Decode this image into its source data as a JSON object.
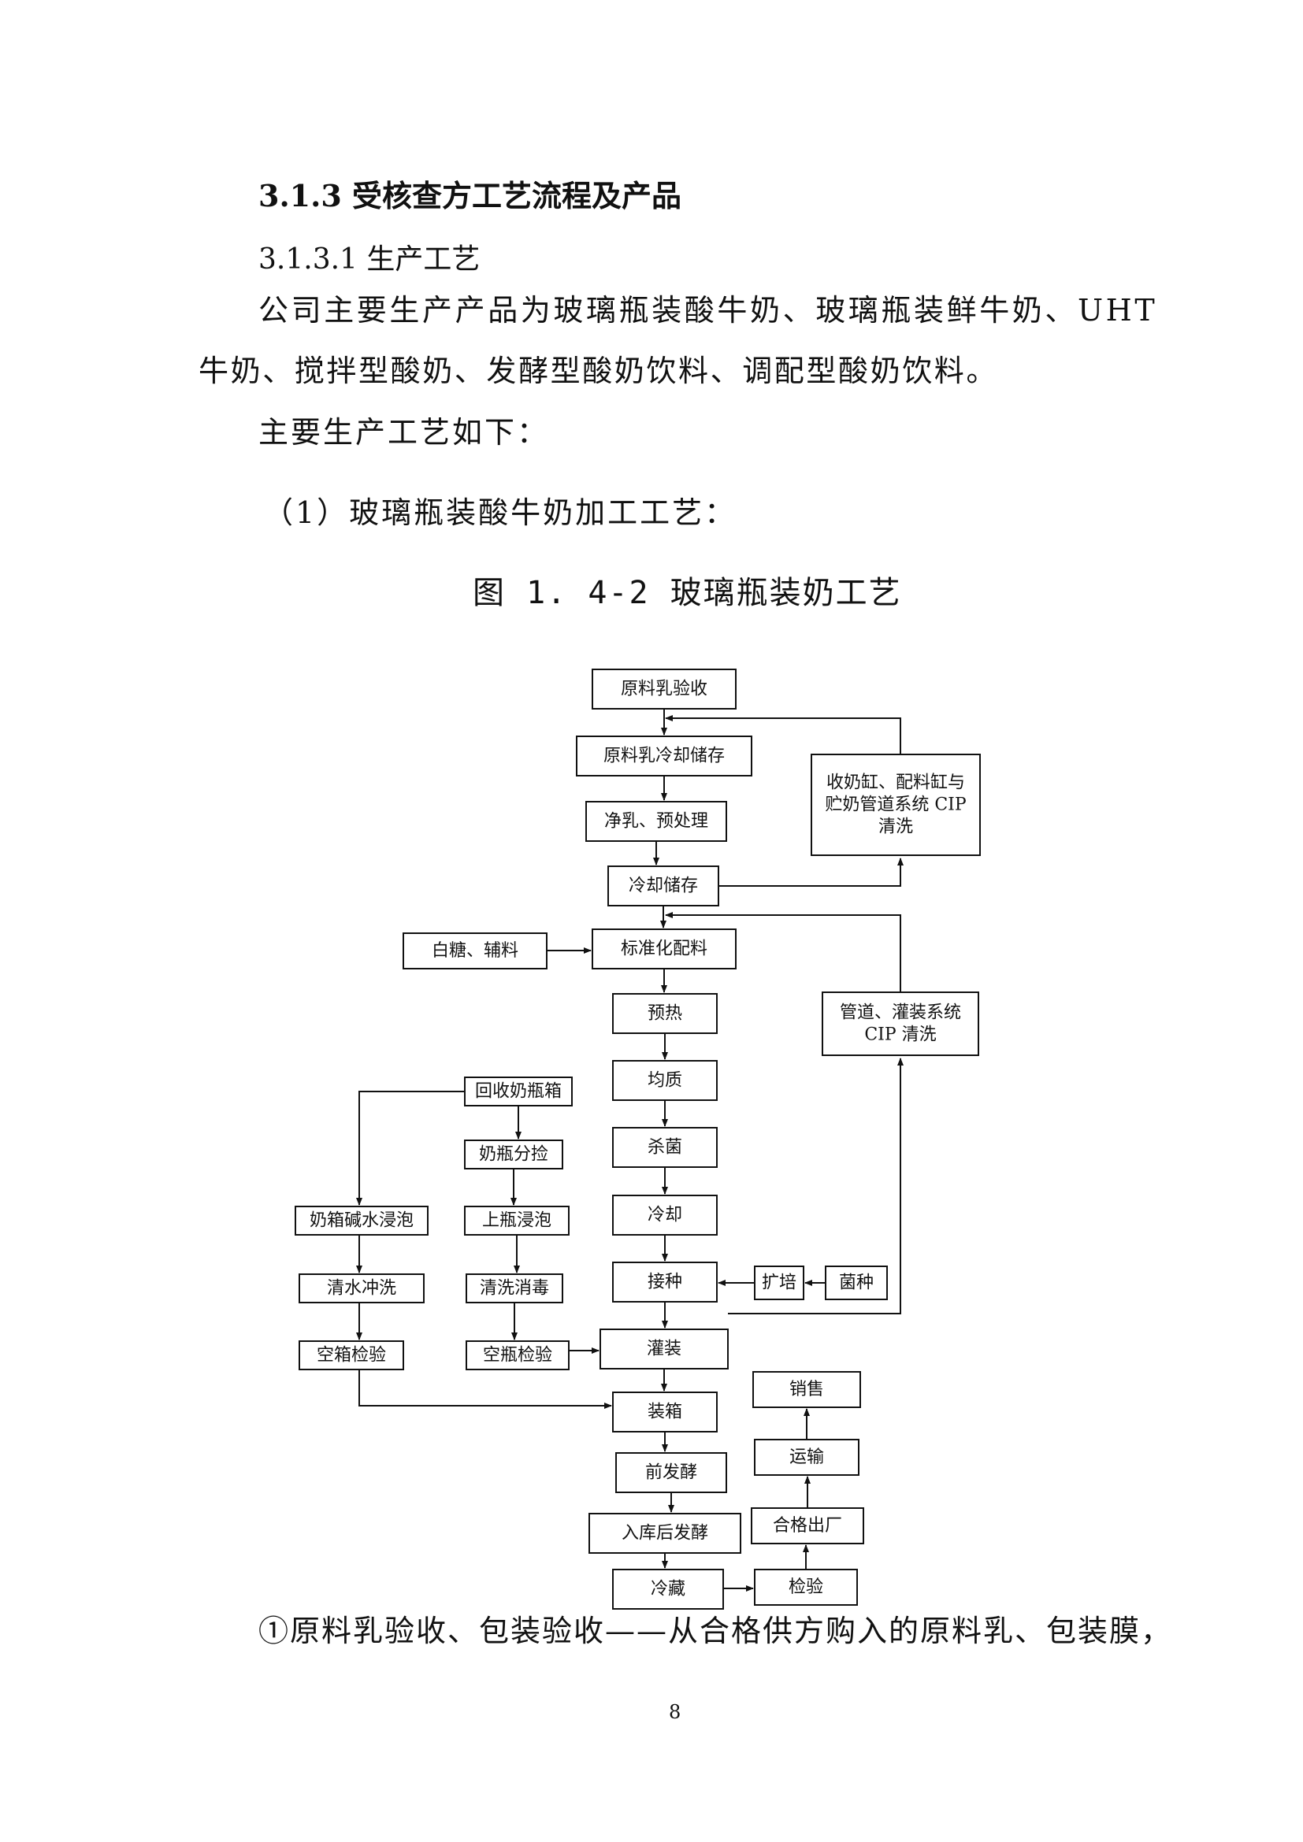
{
  "heading": "3.1.3 受核查方工艺流程及产品",
  "subheading": "3.1.3.1 生产工艺",
  "paragraph_lines": [
    "公司主要生产产品为玻璃瓶装酸牛奶、玻璃瓶装鲜牛奶、UHT",
    "牛奶、搅拌型酸奶、发酵型酸奶饮料、调配型酸奶饮料。",
    "主要生产工艺如下："
  ],
  "item1": "（1）玻璃瓶装酸牛奶加工工艺：",
  "figure_caption": "图 1. 4-2 玻璃瓶装奶工艺",
  "flowchart": {
    "main": [
      "原料乳验收",
      "原料乳冷却储存",
      "净乳、预处理",
      "冷却储存",
      "标准化配料",
      "预热",
      "均质",
      "杀菌",
      "冷却",
      "接种",
      "灌装",
      "装箱",
      "前发酵",
      "入库后发酵",
      "冷藏"
    ],
    "aux_sugar": "白糖、辅料",
    "cip1_lines": [
      "收奶缸、配料缸与",
      "贮奶管道系统 CIP",
      "清洗"
    ],
    "cip2_lines": [
      "管道、灌装系统",
      "CIP 清洗"
    ],
    "culture": [
      "扩培",
      "菌种"
    ],
    "bottle_branch": [
      "回收奶瓶箱",
      "奶瓶分捡",
      "上瓶浸泡",
      "清洗消毒",
      "空瓶检验"
    ],
    "crate_branch": [
      "奶箱碱水浸泡",
      "清水冲洗",
      "空箱检验"
    ],
    "dispatch": [
      "检验",
      "合格出厂",
      "运输",
      "销售"
    ]
  },
  "bottom_line": "①原料乳验收、包装验收——从合格供方购入的原料乳、包装膜，",
  "page_number": "8"
}
